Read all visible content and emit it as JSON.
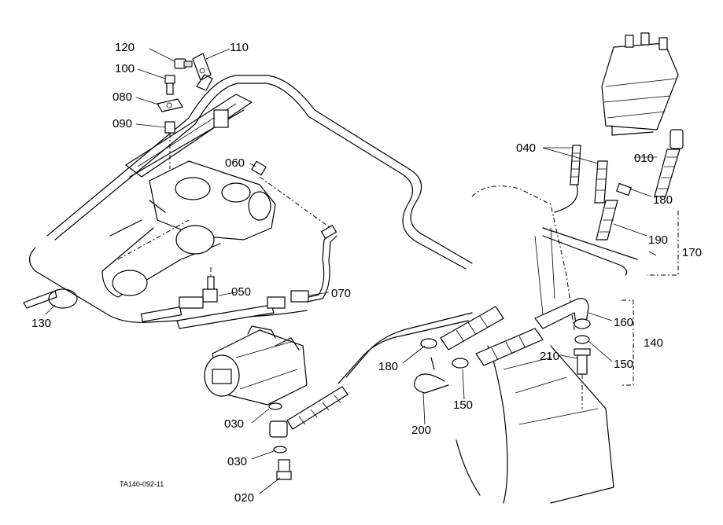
{
  "drawing_code": "TA140-092-11",
  "labels": {
    "p010": "010",
    "p020": "020",
    "p030a": "030",
    "p030b": "030",
    "p040": "040",
    "p050": "050",
    "p060": "060",
    "p070": "070",
    "p080": "080",
    "p090": "090",
    "p100": "100",
    "p110": "110",
    "p120": "120",
    "p130": "130",
    "p140": "140",
    "p150a": "150",
    "p150b": "150",
    "p160": "160",
    "p170": "170",
    "p180a": "180",
    "p180b": "180",
    "p190": "190",
    "p200": "200",
    "p210": "210"
  }
}
